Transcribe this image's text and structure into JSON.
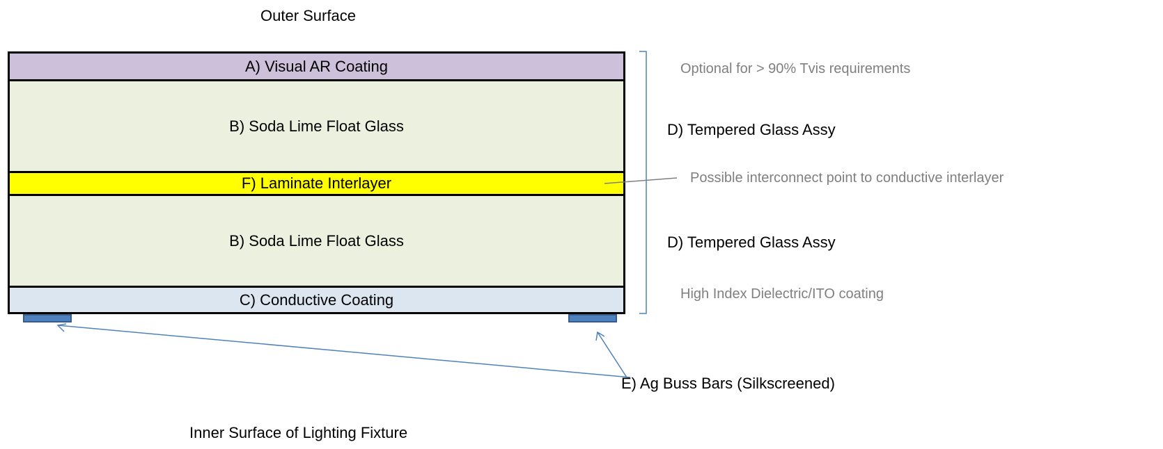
{
  "labels": {
    "outer_surface": "Outer Surface",
    "inner_surface": "Inner Surface of Lighting Fixture",
    "buss_bars": "E) Ag Buss Bars (Silkscreened)"
  },
  "layers": {
    "ar_coating": "A) Visual AR Coating",
    "glass_top": "B) Soda Lime Float Glass",
    "interlayer": "F) Laminate Interlayer",
    "glass_bottom": "B) Soda Lime Float Glass",
    "conductive": "C) Conductive Coating"
  },
  "annotations": {
    "optional": "Optional for > 90% Tvis requirements",
    "tempered_top": "D) Tempered Glass Assy",
    "interconnect": "Possible interconnect point to conductive interlayer",
    "tempered_bottom": "D) Tempered Glass Assy",
    "high_index": "High Index Dielectric/ITO coating"
  },
  "colors": {
    "ar_coating": "#ccc0da",
    "glass": "#ebf1de",
    "interlayer": "#ffff00",
    "conductive": "#dce6f1",
    "leader": "#4f81bd",
    "buss_bar": "#4f81bd"
  },
  "icons": {
    "bracket": "right-bracket",
    "arrow": "arrow"
  }
}
